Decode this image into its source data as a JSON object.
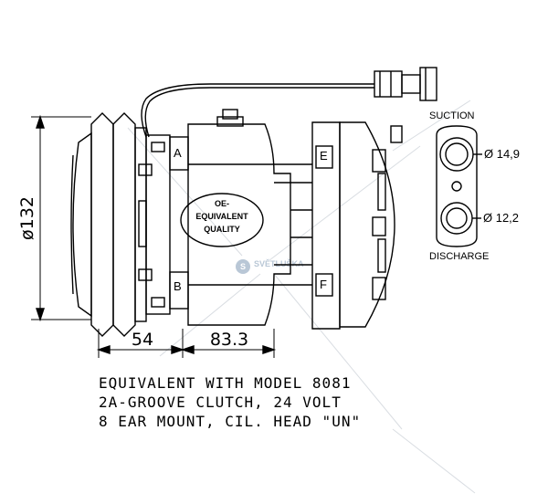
{
  "dimensions": {
    "diameter": "ø132",
    "clutch_width": "54",
    "body_length": "83.3",
    "suction_port": "Ø 14,9",
    "discharge_port": "Ø 12,2"
  },
  "ports": {
    "suction_label": "SUCTION",
    "discharge_label": "DISCHARGE"
  },
  "badge": {
    "line1": "OE-",
    "line2": "EQUIVALENT",
    "line3": "QUALITY"
  },
  "markings": {
    "a": "A",
    "b": "B",
    "e": "E",
    "f": "F"
  },
  "watermark": {
    "text": "SVĚTLUŠKA"
  },
  "description": {
    "line1": "EQUIVALENT WITH MODEL 8081",
    "line2": "2A-GROOVE CLUTCH, 24 VOLT",
    "line3": "8 EAR MOUNT, CIL. HEAD \"UN\""
  },
  "colors": {
    "line": "#000000",
    "watermark": "#b9c7d6"
  }
}
